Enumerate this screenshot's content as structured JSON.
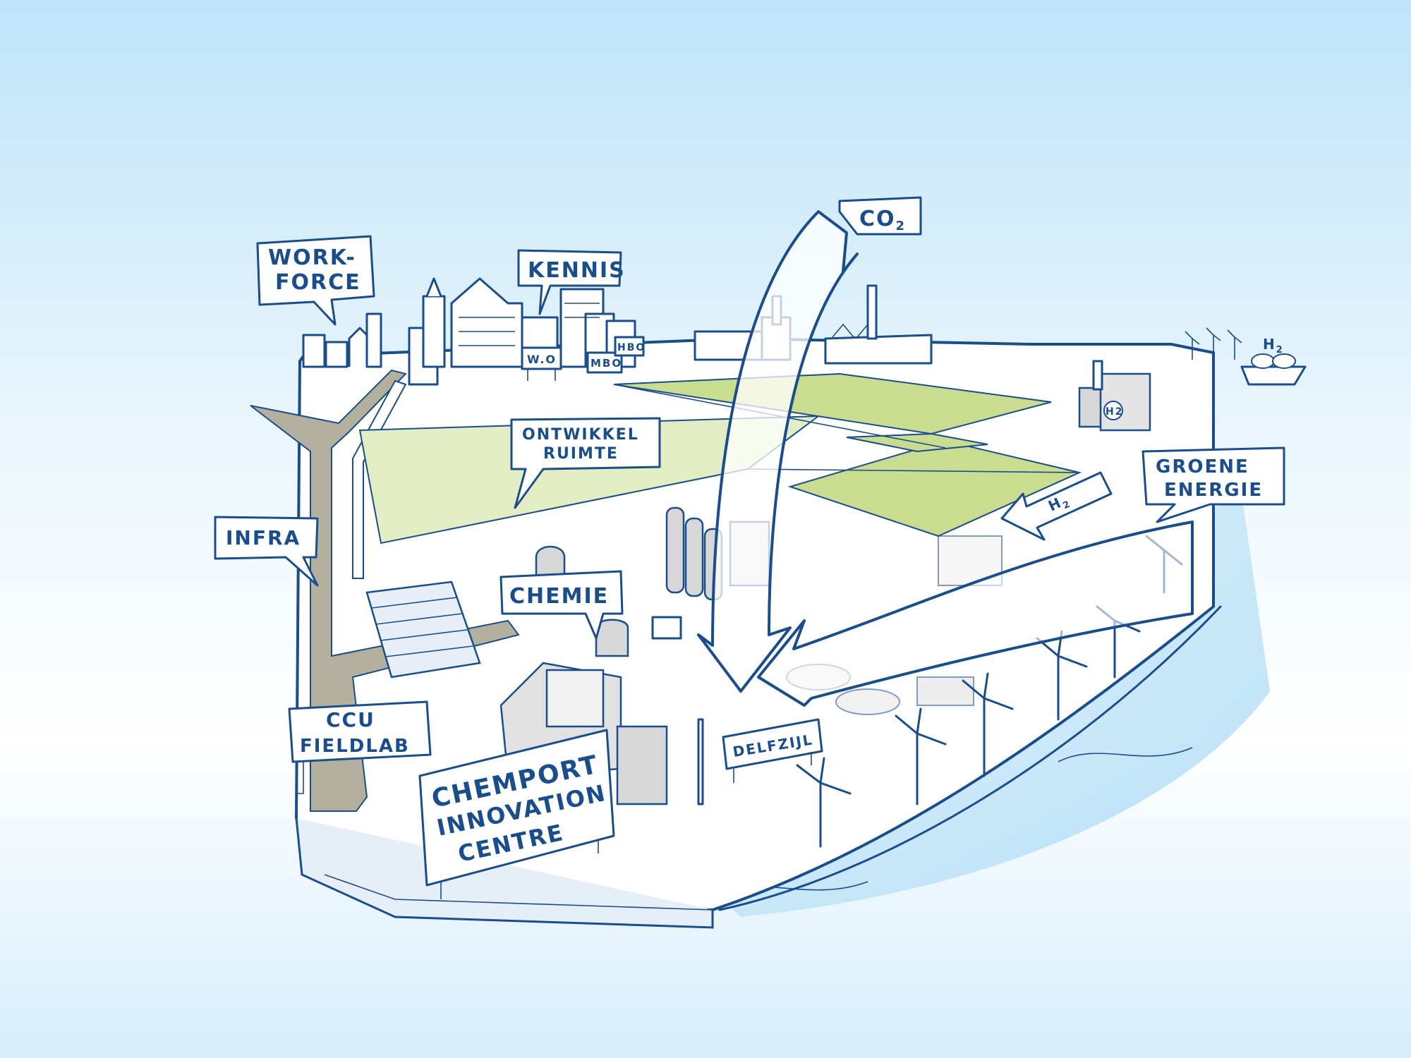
{
  "labels": {
    "workforce_line1": "WORK-",
    "workforce_line2": "FORCE",
    "kennis": "KENNIS",
    "wo": "W.O",
    "mbo": "MBO",
    "hbo": "HBO",
    "co2_main": "CO",
    "co2_sub": "2",
    "h2_boat_main": "H",
    "h2_boat_sub": "2",
    "h2_tank": "H2",
    "ontwikkel_line1": "ONTWIKKEL",
    "ontwikkel_line2": "RUIMTE",
    "infra": "INFRA",
    "groene_line1": "GROENE",
    "groene_line2": "ENERGIE",
    "h2_arrow_main": "H",
    "h2_arrow_sub": "2",
    "chemie": "CHEMIE",
    "ccu_line1": "CCU",
    "ccu_line2": "FIELDLAB",
    "delfzijl": "DELFZIJL",
    "chemport_line1": "CHEMPORT",
    "chemport_line2": "INNOVATION",
    "chemport_line3": "CENTRE"
  },
  "colors": {
    "outline": "#1a4d8c",
    "sky": "#cfe9f9",
    "field_green": "#c9dc8f",
    "field_light": "#e3edc4",
    "road": "#b3b09d",
    "water": "#bfe2f7",
    "building_grey": "#d7d7d7"
  }
}
